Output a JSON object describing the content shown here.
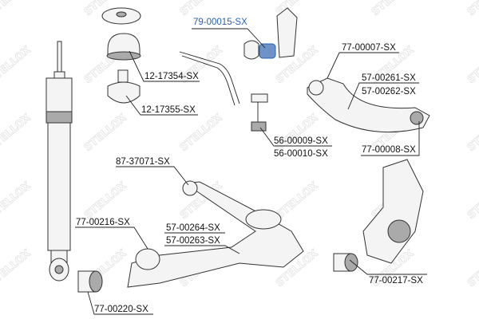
{
  "watermark": "STELLOX",
  "highlight_color": "#2a62ad",
  "parts": [
    {
      "id": "p1",
      "label": "79-00015-SX",
      "highlighted": true
    },
    {
      "id": "p2",
      "label": "12-17354-SX"
    },
    {
      "id": "p3",
      "label": "12-17355-SX"
    },
    {
      "id": "p4",
      "label": "77-00007-SX"
    },
    {
      "id": "p5",
      "label": "57-00261-SX"
    },
    {
      "id": "p6",
      "label": "57-00262-SX"
    },
    {
      "id": "p7",
      "label": "56-00009-SX"
    },
    {
      "id": "p8",
      "label": "56-00010-SX"
    },
    {
      "id": "p9",
      "label": "77-00008-SX"
    },
    {
      "id": "p10",
      "label": "87-37071-SX"
    },
    {
      "id": "p11",
      "label": "77-00216-SX"
    },
    {
      "id": "p12",
      "label": "57-00264-SX"
    },
    {
      "id": "p13",
      "label": "57-00263-SX"
    },
    {
      "id": "p14",
      "label": "77-00217-SX"
    },
    {
      "id": "p15",
      "label": "77-00220-SX"
    }
  ]
}
